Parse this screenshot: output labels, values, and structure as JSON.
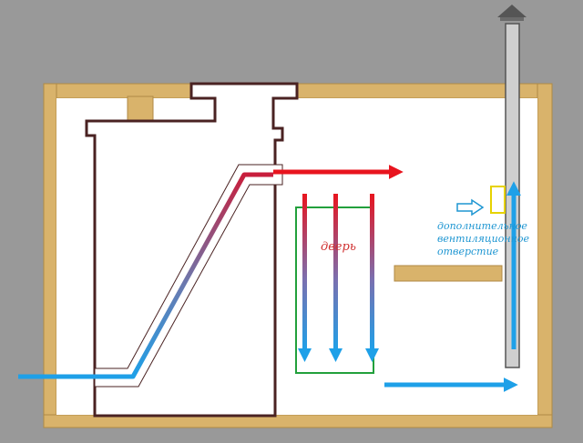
{
  "labels": {
    "door": "дверь",
    "vent_line1": "дополнительное",
    "vent_line2": "вентиляционное",
    "vent_line3": "отверстие"
  },
  "icons": {
    "chimney_cap": "chimney-cap-icon",
    "small_arrow": "outline-arrow-icon"
  },
  "colors": {
    "background": "#999999",
    "wall": "#d9b36b",
    "wall_stroke": "#b08a44",
    "room": "#ffffff",
    "stove_outline": "#4a2222",
    "hot": "#e8141e",
    "cold": "#1ea0e8",
    "door_frame": "#22a03c",
    "vent_frame": "#e6d200",
    "chimney": "#c8c8c8",
    "label_red": "#d03030",
    "label_blue": "#1e96d2"
  }
}
